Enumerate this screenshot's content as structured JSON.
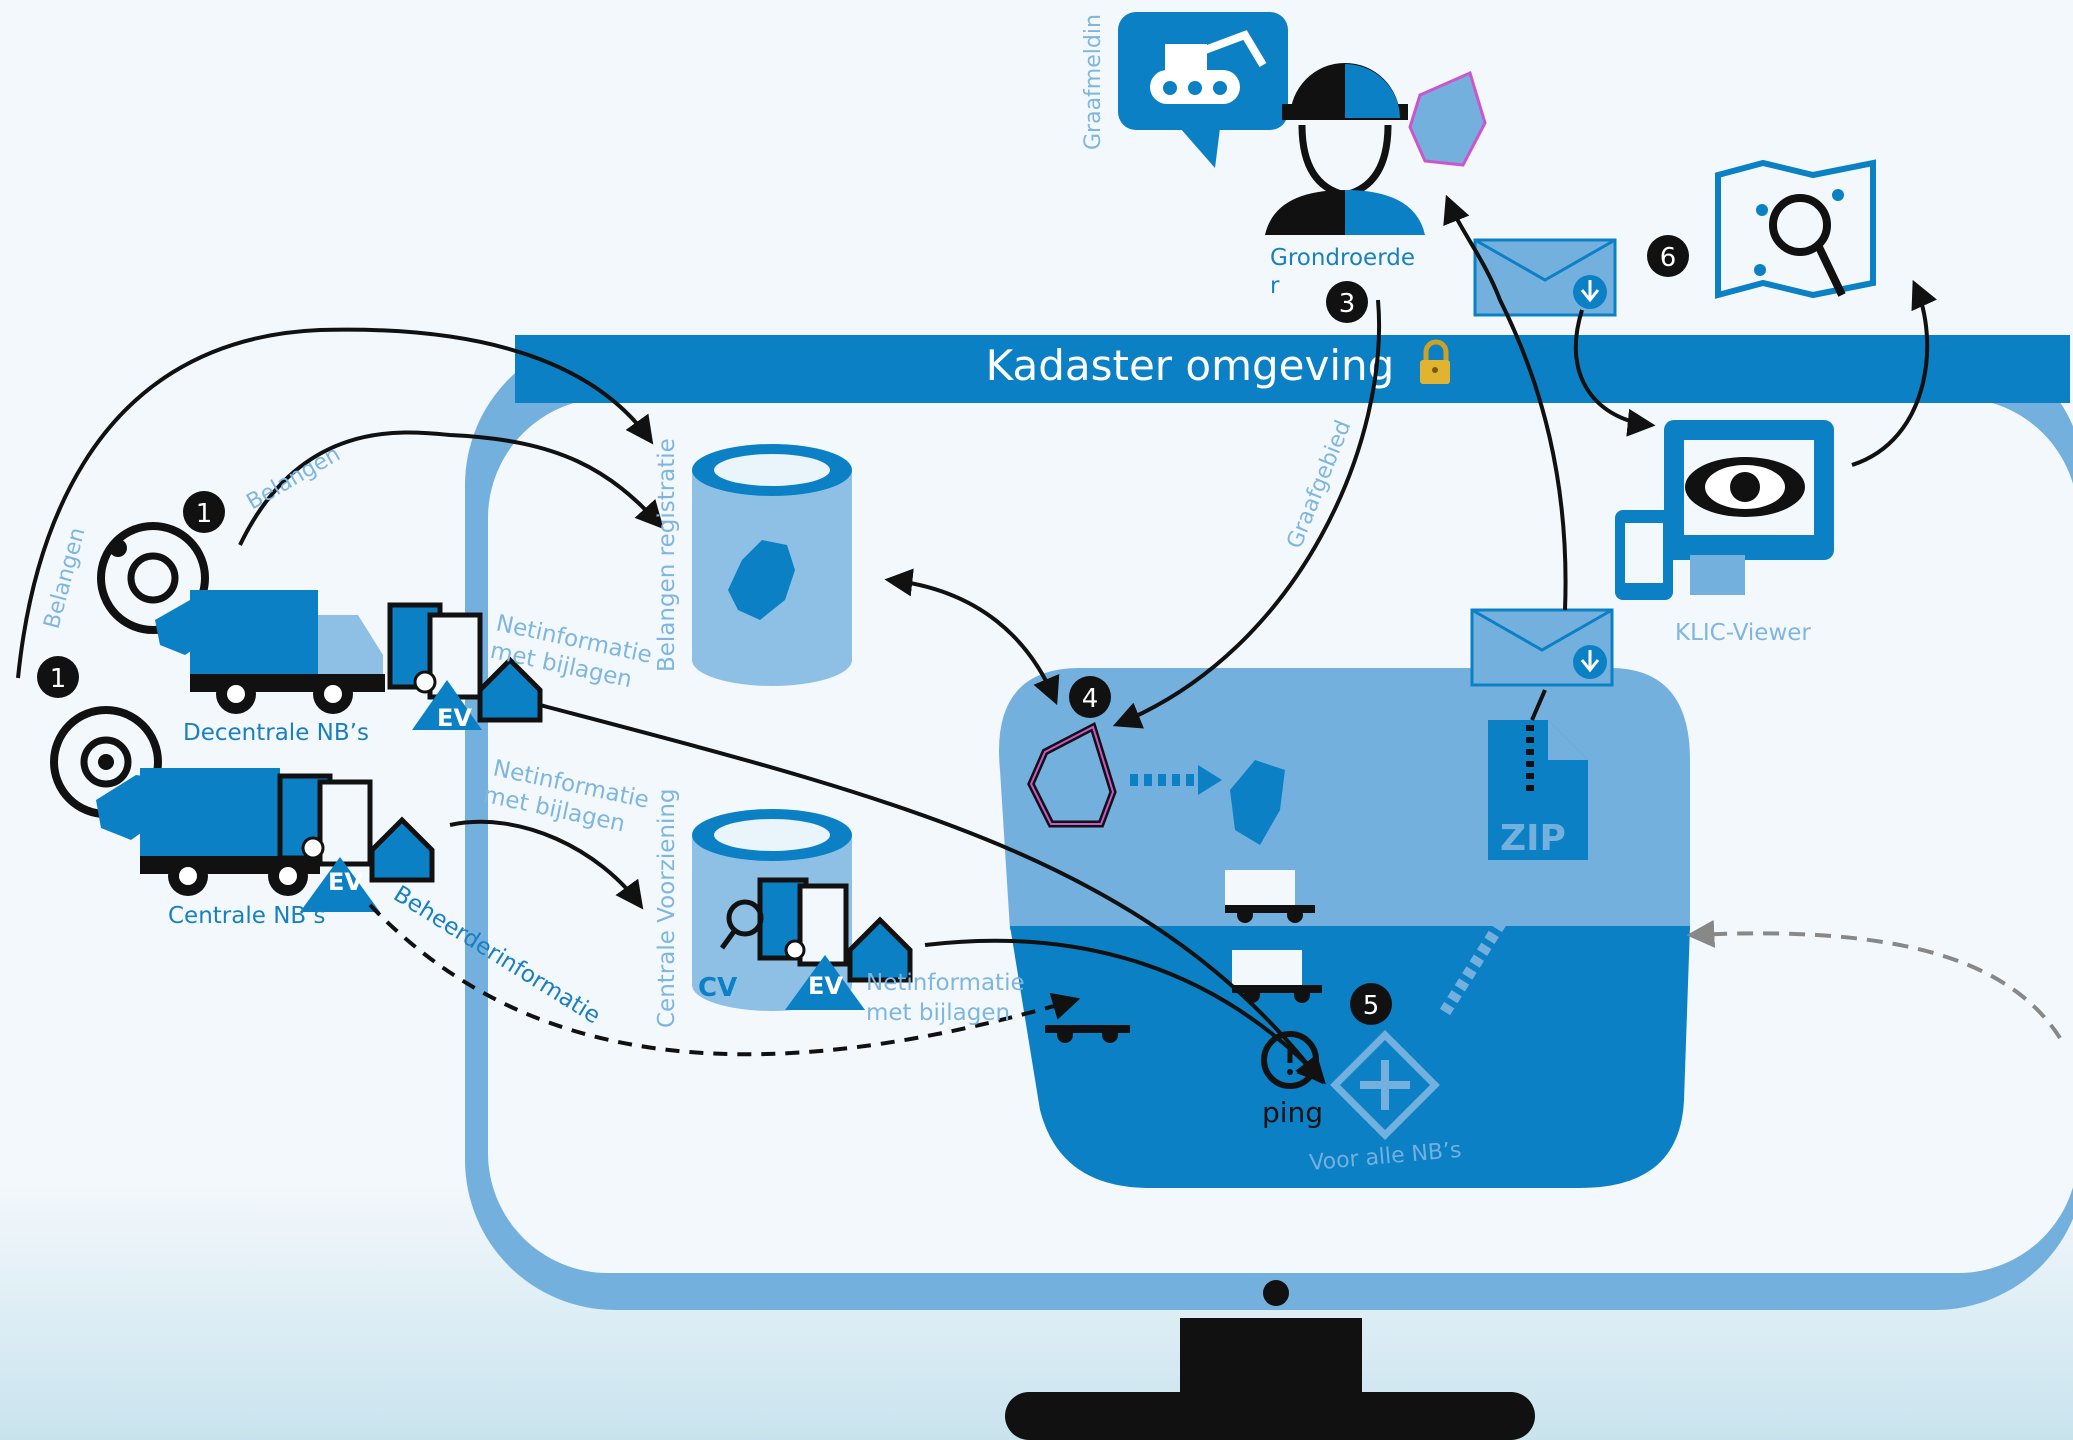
{
  "colors": {
    "accent": "#0b80c4",
    "light_blue": "#74b0de",
    "pale_blue": "#8ec0e6",
    "dark": "#111111",
    "text_blue": "#1a7fc0",
    "faint_text": "#7fb6e0",
    "polygon_outline": "#cc55cc"
  },
  "monitor": {
    "title": "Kadaster omgeving",
    "title_icon": "lock-icon"
  },
  "labels": {
    "grondroerder": "Grondroerde\nr",
    "graafmelding": "Graafmeldin",
    "klic_viewer": "KLIC-Viewer",
    "decentrale_nbs": "Decentrale NB’s",
    "centrale_nbs": "Centrale NB’s",
    "belangen_registratie": "Belangen registratie",
    "centrale_voorziening": "Centrale Voorziening",
    "belangen_1": "Belangen",
    "belangen_2": "Belangen",
    "graafgebied": "Graafgebied",
    "netinformatie_1": "Netinformatie met bijlagen",
    "netinformatie_2": "Netinformatie met bijlagen",
    "netinformatie_3": "Netinformatie met bijlagen",
    "beheerderinformatie": "Beheerderinformatie",
    "ping": "ping",
    "voor_alle_nbs": "Voor alle NB’s",
    "ev": "EV",
    "cv": "CV",
    "zip": "ZIP"
  },
  "steps": {
    "one": "1",
    "three": "3",
    "four": "4",
    "five": "5",
    "six": "6"
  }
}
